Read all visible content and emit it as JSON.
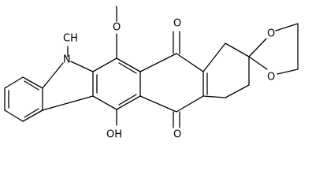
{
  "molecule": {
    "atoms": {
      "N": "N",
      "methyl": "CH",
      "methoxy": "O",
      "hydroxyl": "OH",
      "quinone_o_top": "O",
      "quinone_o_bottom": "O",
      "ketal_o_top": "O",
      "ketal_o_bottom": "O"
    }
  }
}
